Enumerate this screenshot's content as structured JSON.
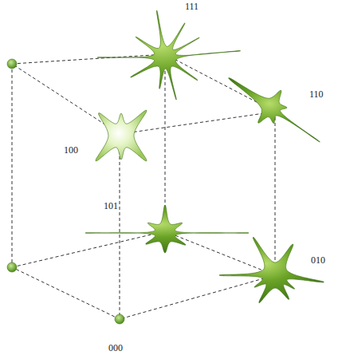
{
  "diagram": {
    "labels": [
      "111",
      "110",
      "100",
      "101",
      "010",
      "000"
    ]
  }
}
